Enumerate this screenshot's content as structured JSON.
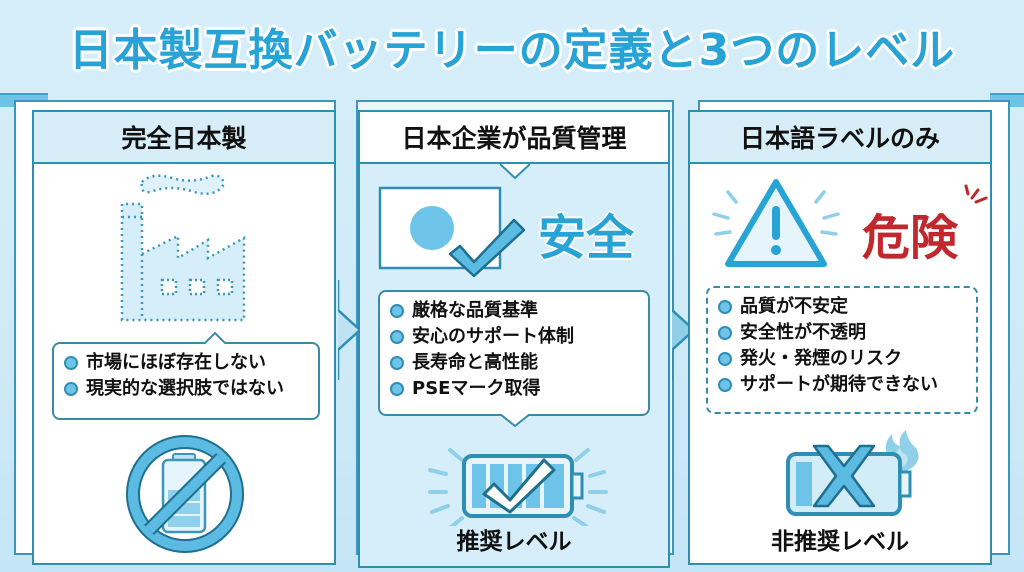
{
  "title": "日本製互換バッテリーの定義と3つのレベル",
  "colors": {
    "accent": "#27a3d6",
    "frame": "#2f8fb3",
    "danger": "#c0282d",
    "light_blue": "#6ec4e8",
    "background": "#d6eef9"
  },
  "panels": [
    {
      "header": "完全日本製",
      "icon": "dotted-factory-icon",
      "bullets": [
        "市場にほぼ存在しない",
        "現実的な選択肢ではない"
      ],
      "bottom_icon": "no-battery-prohibited-icon"
    },
    {
      "header": "日本企業が品質管理",
      "icon": "japan-flag-check-icon",
      "status_word": "安全",
      "bullets": [
        "厳格な品質基準",
        "安心のサポート体制",
        "長寿命と高性能",
        "PSEマーク取得"
      ],
      "bottom_icon": "battery-check-icon",
      "caption": "推奨レベル"
    },
    {
      "header": "日本語ラベルのみ",
      "icon": "warning-triangle-icon",
      "status_word": "危険",
      "bullets": [
        "品質が不安定",
        "安全性が不透明",
        "発火・発煙のリスク",
        "サポートが期待できない"
      ],
      "bottom_icon": "battery-cross-fire-icon",
      "caption": "非推奨レベル"
    }
  ]
}
